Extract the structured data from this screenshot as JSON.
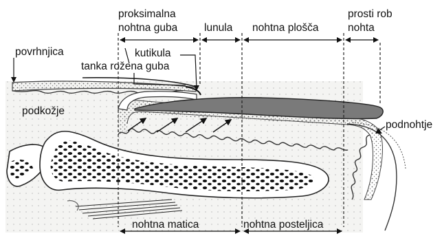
{
  "labels": {
    "proximal_fold_line1": "proksimalna",
    "proximal_fold_line2": "nohtna guba",
    "lunula": "lunula",
    "nail_plate": "nohtna plošča",
    "free_edge_line1": "prosti rob",
    "free_edge_line2": "nohta",
    "epidermis": "povrhnjica",
    "cuticle": "kutikula",
    "thin_horny_fold": "tanka rožena guba",
    "dermis": "podkožje",
    "hyponychium": "podnohtje",
    "nail_matrix": "nohtna matica",
    "nail_bed": "nohtna posteljica"
  },
  "colors": {
    "nail_plate": "#7a7a7a",
    "dermis": "#f3f3f0",
    "bone": "#ffffff",
    "bone_pattern": "#111111",
    "matrix_dots": "#e2e2de"
  }
}
